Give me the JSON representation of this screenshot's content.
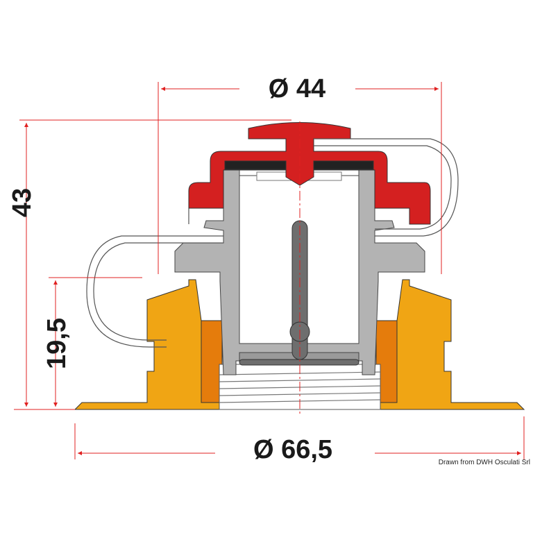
{
  "dimensions": {
    "top_diameter": "Ø 44",
    "total_height": "43",
    "lower_height": "19,5",
    "base_diameter": "Ø 66,5"
  },
  "credit": "Drawn from DWH Osculati Srl",
  "colors": {
    "cap_red": "#d42020",
    "body_gray": "#b3b3b3",
    "nut_orange": "#f0a514",
    "nut_dark_orange": "#e57c0c",
    "dimension_red": "#e02020",
    "rod_gray": "#6e6e6e"
  }
}
